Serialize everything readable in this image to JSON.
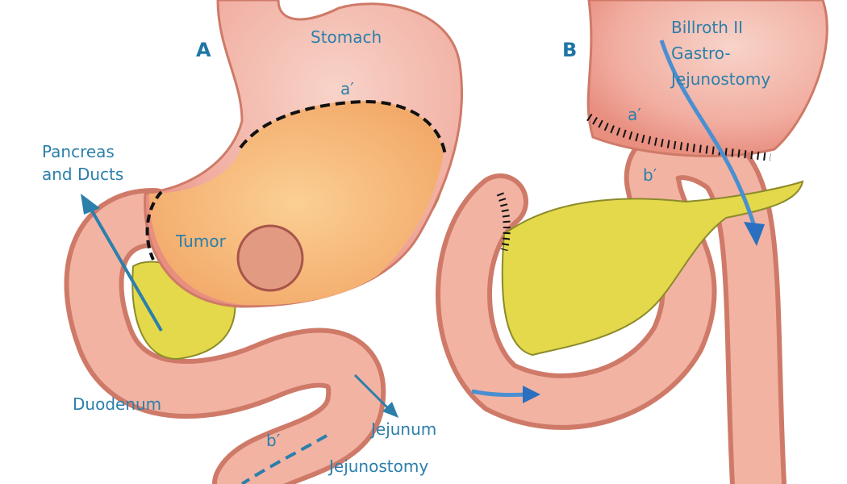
{
  "panel_a": {
    "letter": "A",
    "stomach": "Stomach",
    "a_prime": "a′",
    "pancreas_line1": "Pancreas",
    "pancreas_line2": "and Ducts",
    "tumor": "Tumor",
    "duodenum": "Duodenum",
    "b_prime": "b′",
    "jejunum": "Jejunum",
    "jejunostomy": "Jejunostomy"
  },
  "panel_b": {
    "letter": "B",
    "title_line1": "Billroth II",
    "title_line2": "Gastro-",
    "title_line3": "Jejunostomy",
    "a_prime": "a′",
    "b_prime": "b′"
  },
  "colors": {
    "label": "#2b7fab",
    "tissue": "#f2b3a3",
    "tissue_edge": "#cf7a68",
    "tumor_region": "#f6b879",
    "pancreas": "#e3d94a"
  }
}
